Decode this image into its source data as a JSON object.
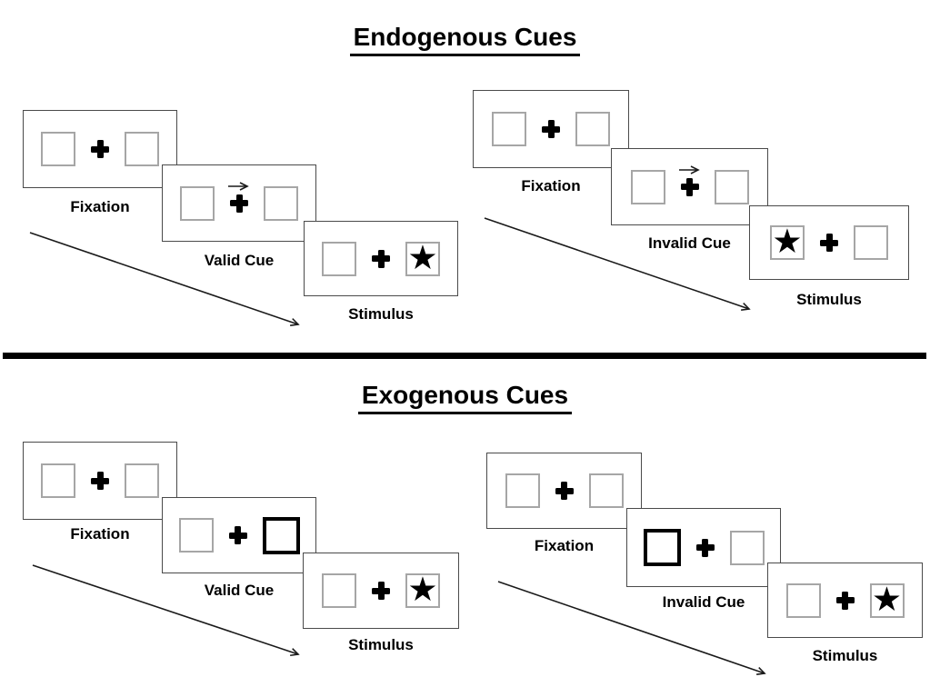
{
  "colors": {
    "ink": "#000000",
    "box_border": "#a6a6a6",
    "panel_border": "#4a4a4a"
  },
  "glyphs": {
    "star": "★"
  },
  "sections": [
    {
      "title": "Endogenous Cues",
      "groups": [
        {
          "name": "valid",
          "steps": [
            {
              "label": "Fixation",
              "type": "fixation"
            },
            {
              "label": "Valid Cue",
              "type": "cue",
              "cue_style": "central-arrow",
              "cue_direction": "right"
            },
            {
              "label": "Stimulus",
              "type": "stimulus",
              "target_side": "right"
            }
          ]
        },
        {
          "name": "invalid",
          "steps": [
            {
              "label": "Fixation",
              "type": "fixation"
            },
            {
              "label": "Invalid Cue",
              "type": "cue",
              "cue_style": "central-arrow",
              "cue_direction": "right"
            },
            {
              "label": "Stimulus",
              "type": "stimulus",
              "target_side": "left"
            }
          ]
        }
      ]
    },
    {
      "title": "Exogenous Cues",
      "groups": [
        {
          "name": "valid",
          "steps": [
            {
              "label": "Fixation",
              "type": "fixation"
            },
            {
              "label": "Valid Cue",
              "type": "cue",
              "cue_style": "peripheral-box-highlight",
              "highlighted_box": "right"
            },
            {
              "label": "Stimulus",
              "type": "stimulus",
              "target_side": "right"
            }
          ]
        },
        {
          "name": "invalid",
          "steps": [
            {
              "label": "Fixation",
              "type": "fixation"
            },
            {
              "label": "Invalid Cue",
              "type": "cue",
              "cue_style": "peripheral-box-highlight",
              "highlighted_box": "left"
            },
            {
              "label": "Stimulus",
              "type": "stimulus",
              "target_side": "right"
            }
          ]
        }
      ]
    }
  ]
}
